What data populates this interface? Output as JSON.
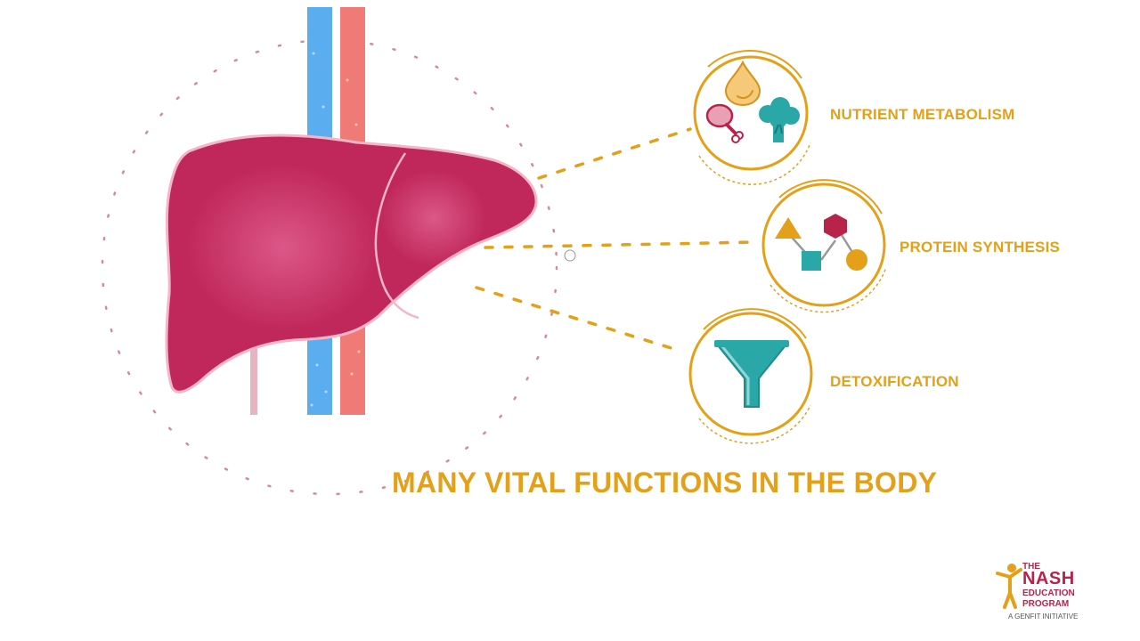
{
  "colors": {
    "accent": "#e3a018",
    "liver": "#c0275a",
    "liver_highlight": "#e0608f",
    "vein_blue": "#5aaef0",
    "vein_red": "#f07a76",
    "teal": "#2aa8a8",
    "logo_red": "#b8234a",
    "logo_gray": "#555555"
  },
  "functions": [
    {
      "label": "NUTRIENT METABOLISM",
      "icon": "nutrient-icon"
    },
    {
      "label": "PROTEIN SYNTHESIS",
      "icon": "protein-shapes-icon"
    },
    {
      "label": "DETOXIFICATION",
      "icon": "funnel-icon"
    }
  ],
  "headline": "MANY VITAL FUNCTIONS IN THE BODY",
  "logo": {
    "the": "THE",
    "nash": "NASH",
    "education": "EDUCATION",
    "program": "PROGRAM",
    "tagline": "A GENFIT INITIATIVE",
    "icon": "person-figure-icon"
  }
}
